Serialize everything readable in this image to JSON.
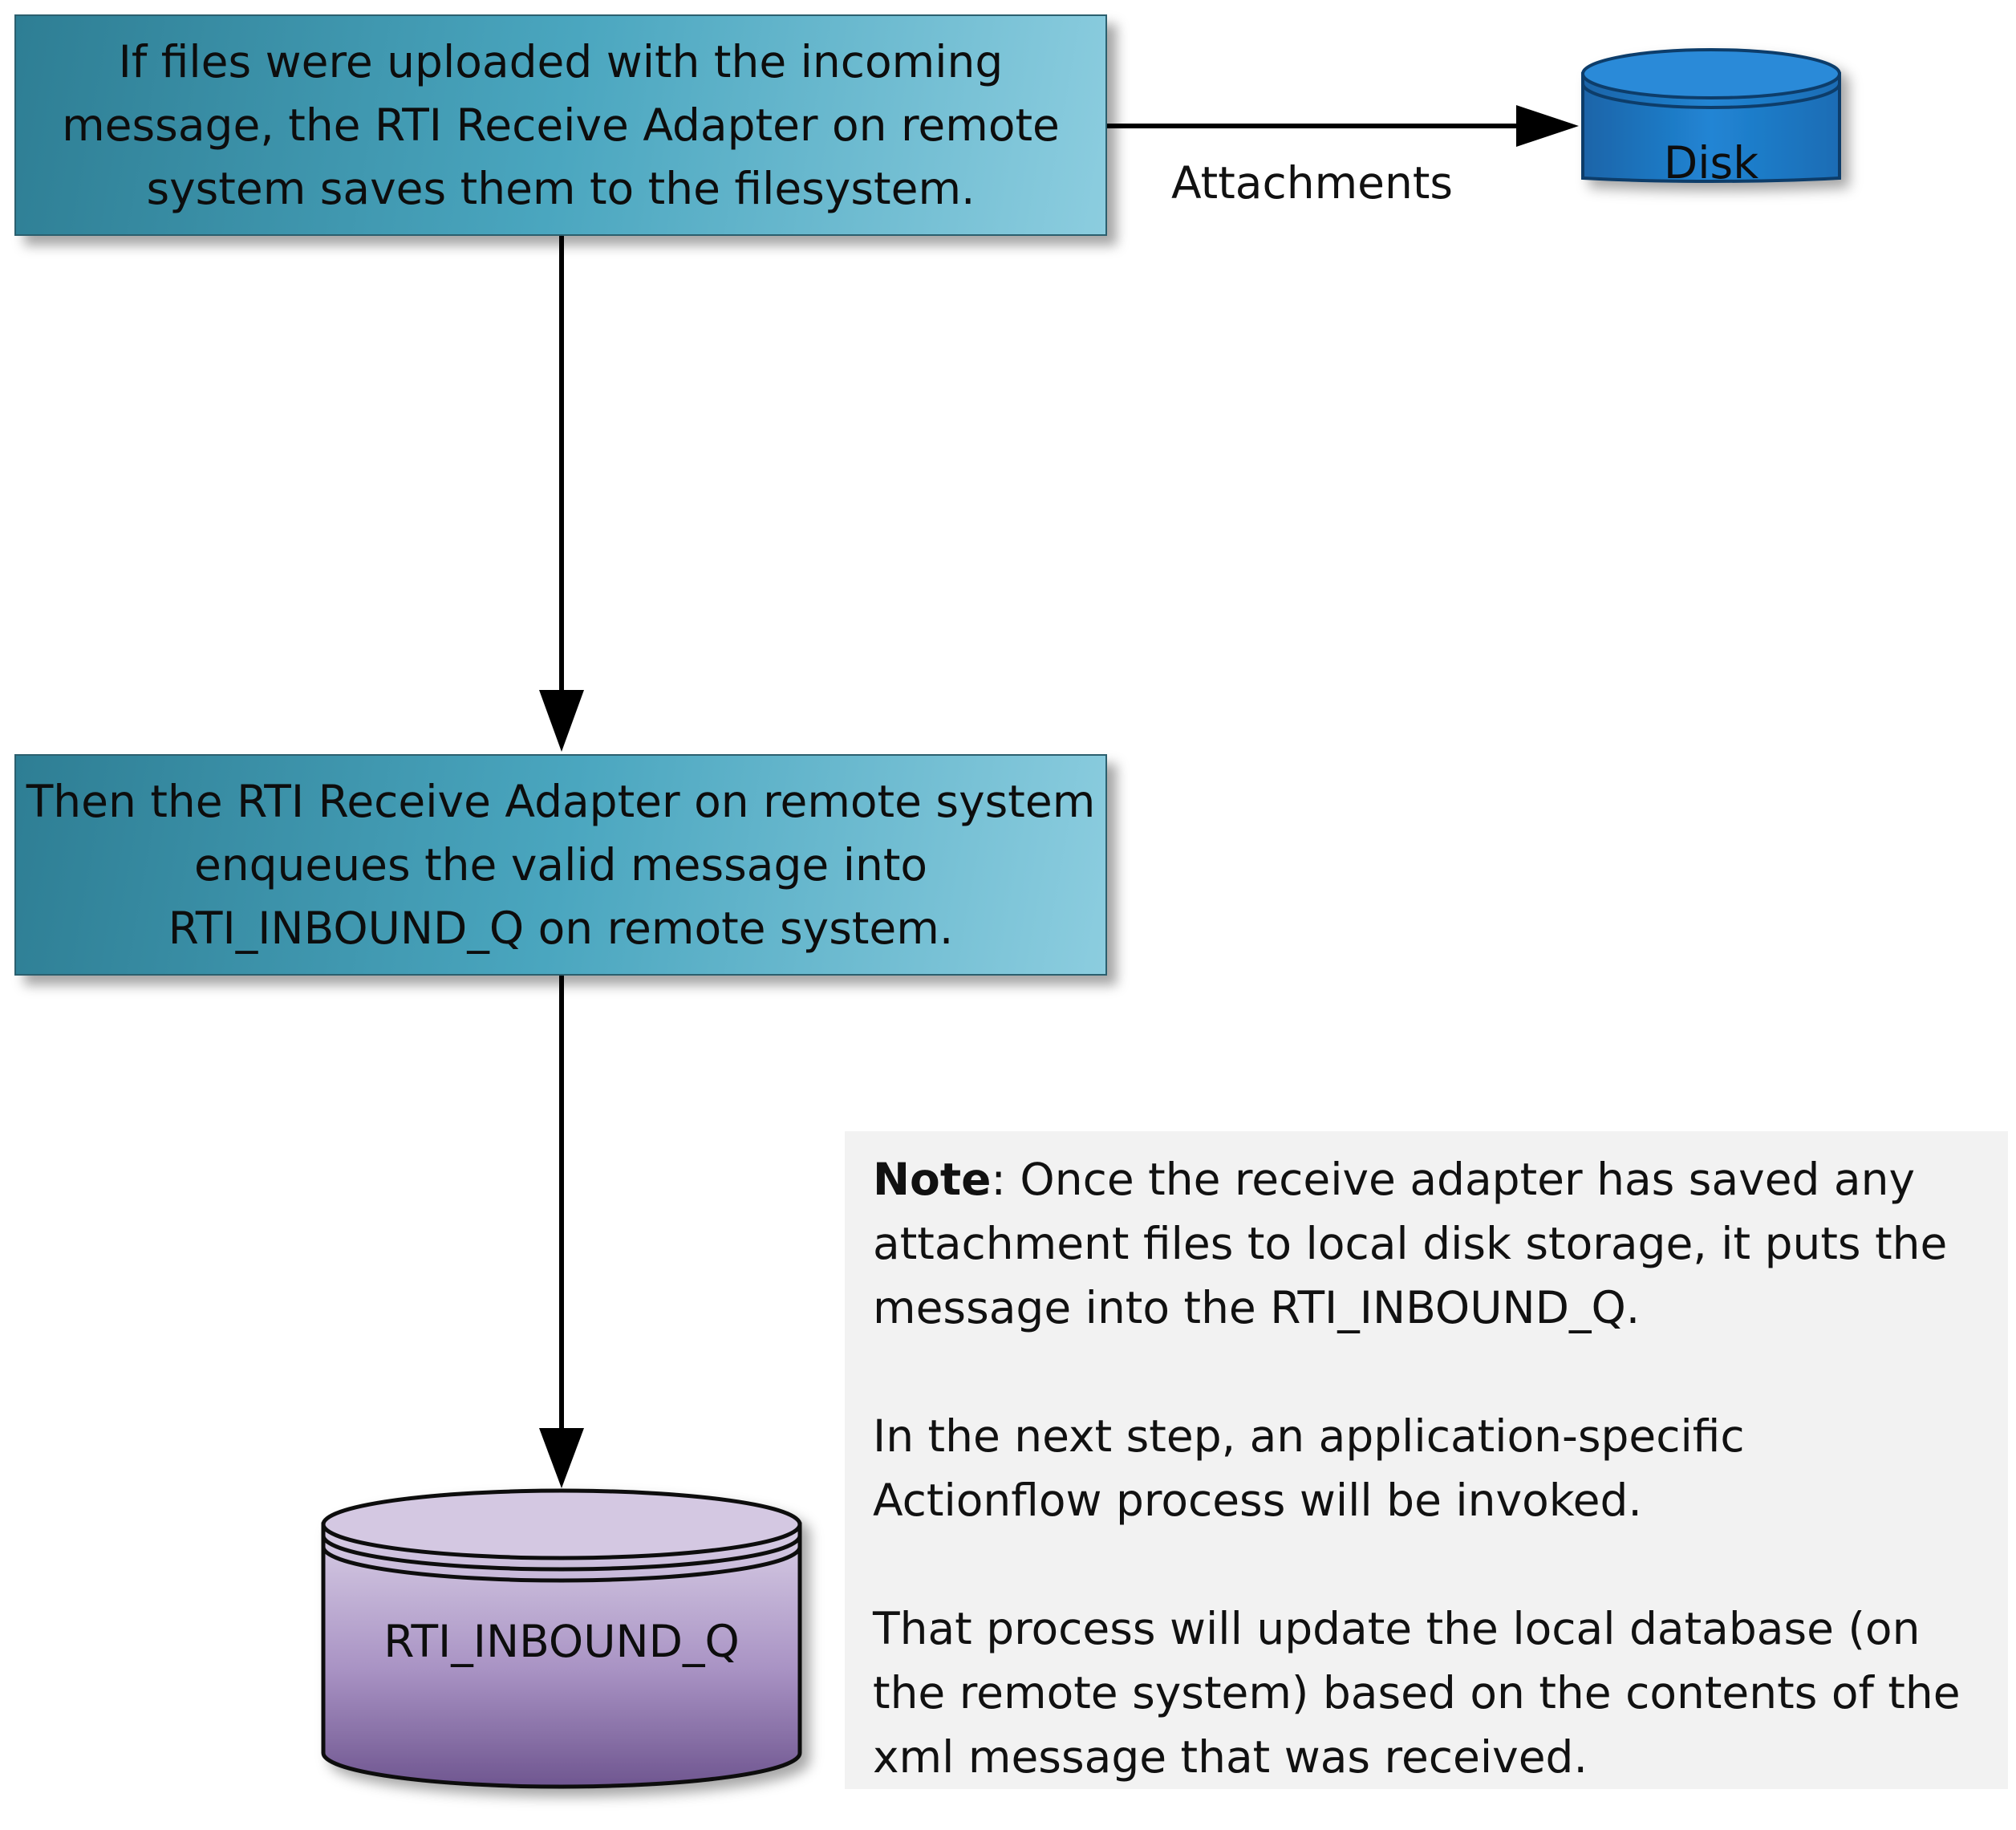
{
  "diagram": {
    "box1": {
      "text": "If files were uploaded with the incoming\nmessage, the RTI Receive Adapter on remote\nsystem saves them to the filesystem."
    },
    "box2": {
      "text": "Then the RTI Receive Adapter on remote system\nenqueues the valid message into\nRTI_INBOUND_Q on remote system."
    },
    "edge_label": "Attachments",
    "disk": {
      "label": "Disk",
      "color": "#1f7cc6"
    },
    "queue": {
      "label": "RTI_INBOUND_Q",
      "color": "#9a82b6"
    },
    "note": {
      "bold": "Note",
      "first": ": Once the receive adapter has saved any attachment files to local disk storage, it puts the message into the RTI_INBOUND_Q.",
      "second": "In the next step, an application-specific Actionflow process will be invoked.",
      "third": "That process will update the local database (on the remote system) based on the contents of the xml message that was received."
    }
  }
}
